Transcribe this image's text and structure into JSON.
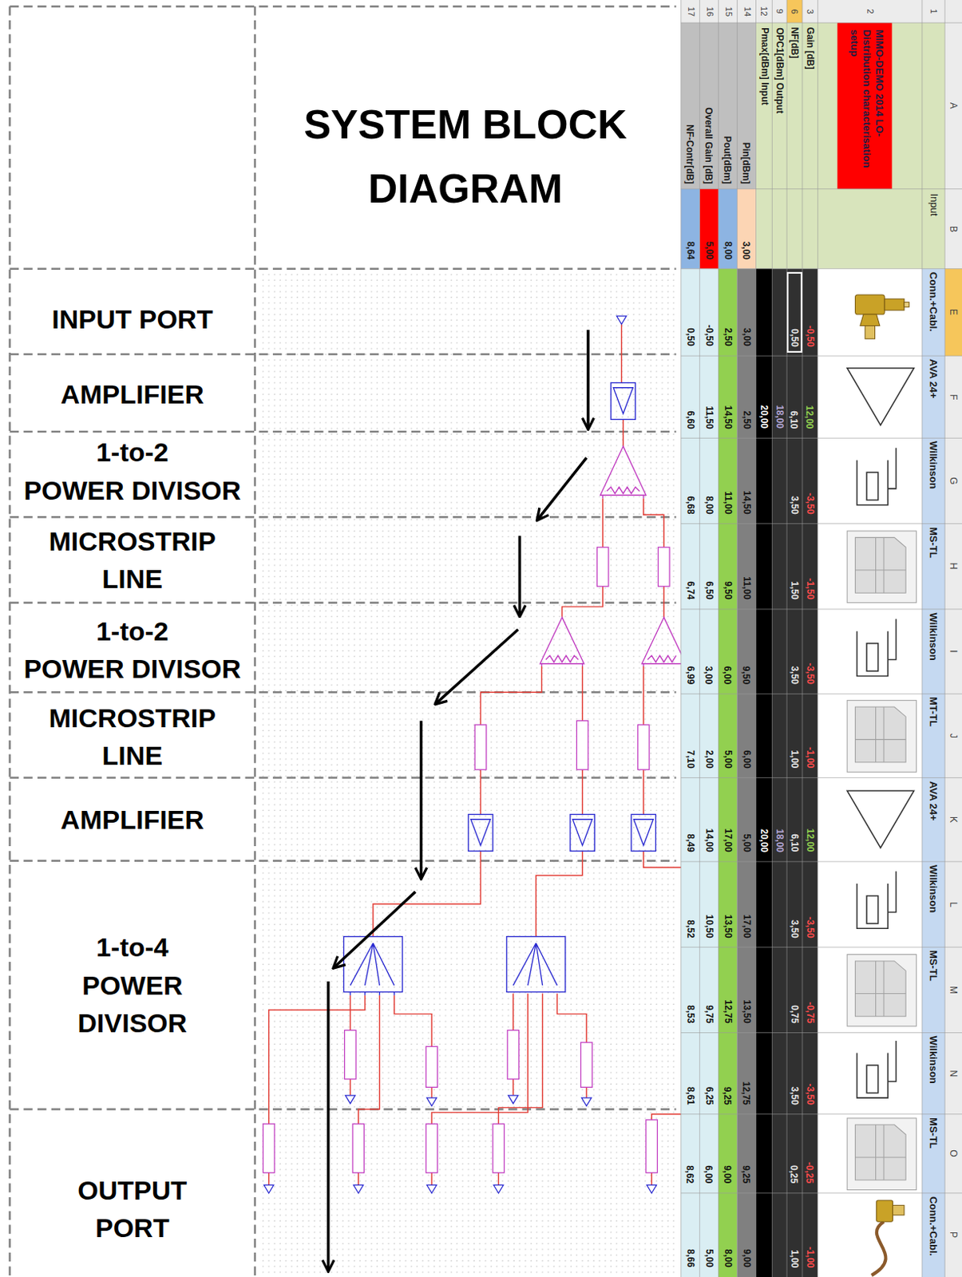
{
  "diagram": {
    "title": "SYSTEM BLOCK DIAGRAM",
    "nodes": [
      {
        "text": [
          "INPUT PORT"
        ]
      },
      {
        "text": [
          "AMPLIFIER"
        ]
      },
      {
        "text": [
          "1-to-2 POWER DIVISOR"
        ]
      },
      {
        "text": [
          "MICROSTRIP LINE"
        ]
      },
      {
        "text": [
          "1-to-2 POWER DIVISOR"
        ]
      },
      {
        "text": [
          "MICROSTRIP LINE"
        ]
      },
      {
        "text": [
          "AMPLIFIER"
        ]
      },
      {
        "text": [
          "1-to-4 POWER DIVISOR"
        ]
      },
      {
        "text": [
          "OUTPUT PORT"
        ]
      }
    ],
    "labels": [
      "1",
      "2",
      "3",
      "6",
      "9",
      "12",
      "14",
      "15",
      "16",
      "17",
      "A",
      "B",
      "E",
      "F",
      "G",
      "H",
      "I",
      "J",
      "K",
      "L",
      "M",
      "N",
      "O",
      "P",
      "MIMO-DEMO 2014 LO-Distribution characterisation setup",
      "Gain [dB]",
      "NF[dB]",
      "OPC1[dBm] Output",
      "Pmax[dBm] Input",
      "Pin[dBm]",
      "Pout[dBm]",
      "Overall Gain [dB]",
      "NF-Contr[dB]",
      "Input",
      "3,00",
      "8,00",
      "5,00",
      "8,64",
      "Conn.+Cabl.",
      "-0,50",
      "0,50",
      "3,00",
      "2,50",
      "-0,50",
      "0,50",
      "AVA 24+",
      "12,00",
      "6,10",
      "18,00",
      "20,00",
      "2,50",
      "14,50",
      "11,50",
      "6,60",
      "Wilkinson",
      "-3,50",
      "3,50",
      "14,50",
      "11,00",
      "8,00",
      "6,68",
      "MS-TL",
      "-1,50",
      "1,50",
      "11,00",
      "9,50",
      "6,50",
      "6,74",
      "Wilkinson",
      "-3,50",
      "3,50",
      "9,50",
      "6,00",
      "3,00",
      "6,99",
      "MT-TL",
      "-1,00",
      "1,00",
      "6,00",
      "5,00",
      "2,00",
      "7,10",
      "AVA 24+",
      "12,00",
      "6,10",
      "18,00",
      "20,00",
      "5,00",
      "17,00",
      "14,00",
      "8,49",
      "Wilkinson",
      "-3,50",
      "3,50",
      "17,00",
      "13,50",
      "10,50",
      "8,52",
      "MS-TL",
      "-0,75",
      "0,75",
      "13,50",
      "12,75",
      "9,75",
      "8,53",
      "Wilkinson",
      "-3,50",
      "3,50",
      "12,75",
      "9,25",
      "6,25",
      "8,61",
      "MS-TL",
      "-0,25",
      "0,25",
      "9,25",
      "9,00",
      "6,00",
      "8,62",
      "Conn.+Cabl.",
      "-1,00",
      "1,00",
      "9,00",
      "8,00",
      "5,00",
      "8,66"
    ]
  }
}
